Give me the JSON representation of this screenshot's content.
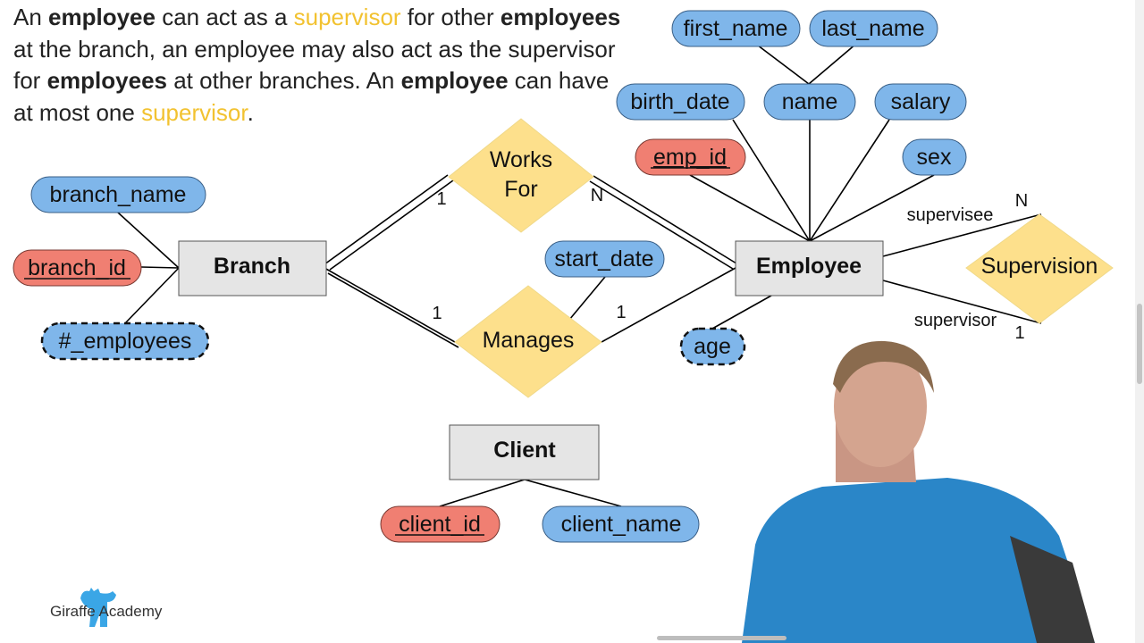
{
  "intro": {
    "p1": "An ",
    "b1": "employee",
    "p2": " can act as a ",
    "h1": "supervisor",
    "p3": " for other ",
    "b2": "employees",
    "p4": " at the branch,  an employee may also act as the supervisor for ",
    "b3": "employees",
    "p5": " at other branches. An ",
    "b4": "employee",
    "p6": " can have at most one ",
    "h2": "supervisor",
    "p7": "."
  },
  "entities": {
    "branch": "Branch",
    "employee": "Employee",
    "client": "Client"
  },
  "relationships": {
    "works_for_line1": "Works",
    "works_for_line2": "For",
    "manages": "Manages",
    "supervision": "Supervision"
  },
  "attributes": {
    "first_name": "first_name",
    "last_name": "last_name",
    "birth_date": "birth_date",
    "name": "name",
    "salary": "salary",
    "emp_id": "emp_id",
    "sex": "sex",
    "branch_name": "branch_name",
    "branch_id": "branch_id",
    "num_employees": "#_employees",
    "start_date": "start_date",
    "age": "age",
    "client_id": "client_id",
    "client_name": "client_name"
  },
  "cardinality": {
    "wf_branch": "1",
    "wf_employee": "N",
    "mg_branch": "1",
    "mg_employee": "1",
    "sup_n": "N",
    "sup_1": "1"
  },
  "roles": {
    "supervisee": "supervisee",
    "supervisor": "supervisor"
  },
  "branding": {
    "logo_text": "Giraffe Academy"
  },
  "colors": {
    "attribute_fill": "#7fb6ea",
    "key_fill": "#f07f72",
    "relationship_fill": "#fde08c",
    "entity_fill": "#e5e5e5",
    "highlight": "#f2c230"
  }
}
